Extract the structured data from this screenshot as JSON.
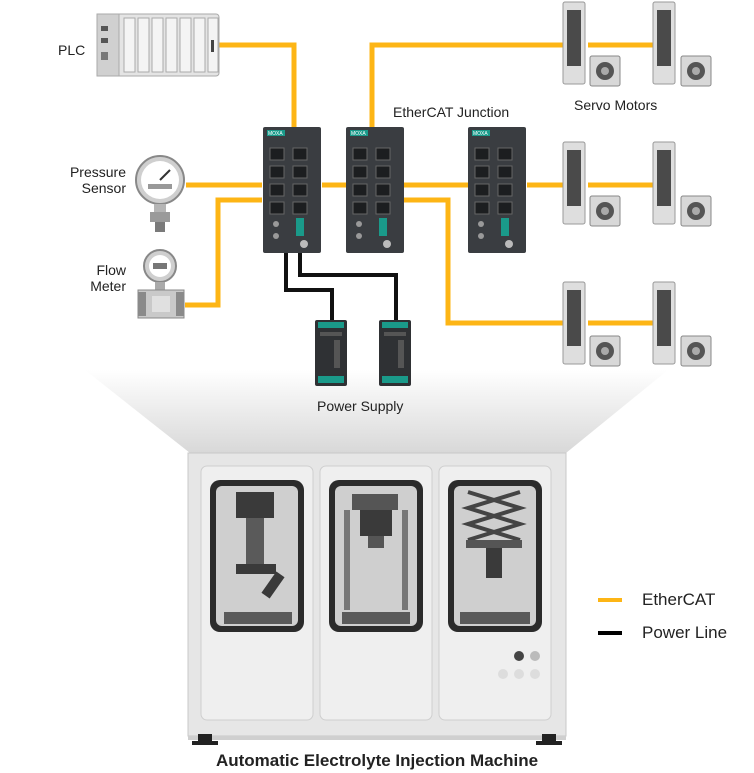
{
  "labels": {
    "plc": "PLC",
    "pressure_sensor_line1": "Pressure",
    "pressure_sensor_line2": "Sensor",
    "flow_meter_line1": "Flow",
    "flow_meter_line2": "Meter",
    "ethercat_junction": "EtherCAT Junction",
    "servo_motors": "Servo Motors",
    "power_supply": "Power Supply",
    "machine_title": "Automatic Electrolyte Injection Machine",
    "switch_brand": "MOXA"
  },
  "legend": [
    {
      "label": "EtherCAT",
      "color": "#FDB515"
    },
    {
      "label": "Power Line",
      "color": "#000000"
    }
  ],
  "colors": {
    "ethercat": "#FDB515",
    "power_line": "#000000",
    "switch_body": "#3a3d41",
    "brand_strip": "#1a9a8a",
    "machine_body": "#ececec",
    "machine_window": "#2b2b2b"
  }
}
